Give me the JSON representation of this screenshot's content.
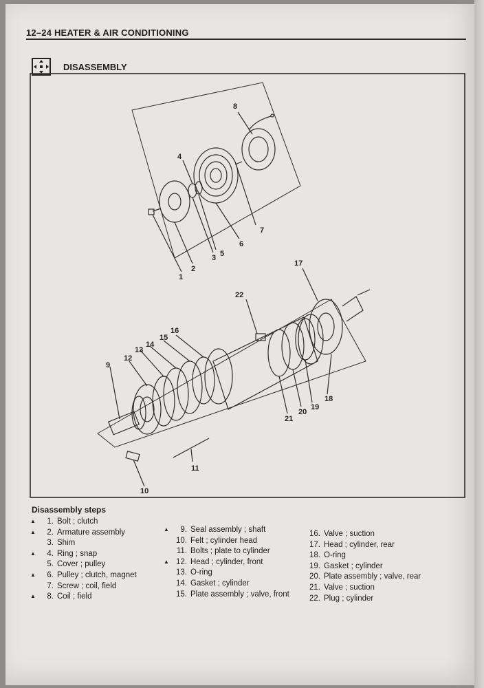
{
  "header": {
    "title": "12–24  HEATER & AIR CONDITIONING"
  },
  "section": {
    "title": "DISASSEMBLY",
    "icon": "disassembly-arrows-icon"
  },
  "diagram": {
    "callouts": [
      "1",
      "2",
      "3",
      "4",
      "5",
      "6",
      "7",
      "8",
      "9",
      "10",
      "11",
      "12",
      "13",
      "14",
      "15",
      "16",
      "17",
      "18",
      "19",
      "20",
      "21",
      "22"
    ]
  },
  "steps": {
    "title": "Disassembly steps",
    "col1": [
      {
        "mark": "▲",
        "num": "1.",
        "text": "Bolt ; clutch"
      },
      {
        "mark": "▲",
        "num": "2.",
        "text": "Armature assembly"
      },
      {
        "mark": "",
        "num": "3.",
        "text": "Shim"
      },
      {
        "mark": "▲",
        "num": "4.",
        "text": "Ring ; snap"
      },
      {
        "mark": "",
        "num": "5.",
        "text": "Cover ; pulley"
      },
      {
        "mark": "▲",
        "num": "6.",
        "text": "Pulley ; clutch, magnet"
      },
      {
        "mark": "",
        "num": "7.",
        "text": "Screw ; coil, field"
      },
      {
        "mark": "▲",
        "num": "8.",
        "text": "Coil ; field"
      }
    ],
    "col2": [
      {
        "mark": "▲",
        "num": "9.",
        "text": "Seal assembly ; shaft"
      },
      {
        "mark": "",
        "num": "10.",
        "text": "Felt ; cylinder head"
      },
      {
        "mark": "",
        "num": "11.",
        "text": "Bolts ; plate to cylinder"
      },
      {
        "mark": "▲",
        "num": "12.",
        "text": "Head ; cylinder, front"
      },
      {
        "mark": "",
        "num": "13.",
        "text": "O-ring"
      },
      {
        "mark": "",
        "num": "14.",
        "text": "Gasket ; cylinder"
      },
      {
        "mark": "",
        "num": "15.",
        "text": "Plate assembly ; valve, front"
      }
    ],
    "col3": [
      {
        "mark": "",
        "num": "16.",
        "text": "Valve ; suction"
      },
      {
        "mark": "",
        "num": "17.",
        "text": "Head ; cylinder, rear"
      },
      {
        "mark": "",
        "num": "18.",
        "text": "O-ring"
      },
      {
        "mark": "",
        "num": "19.",
        "text": "Gasket ; cylinder"
      },
      {
        "mark": "",
        "num": "20.",
        "text": "Plate assembly ; valve, rear"
      },
      {
        "mark": "",
        "num": "21.",
        "text": "Valve ; suction"
      },
      {
        "mark": "",
        "num": "22.",
        "text": "Plug ; cylinder"
      }
    ]
  }
}
